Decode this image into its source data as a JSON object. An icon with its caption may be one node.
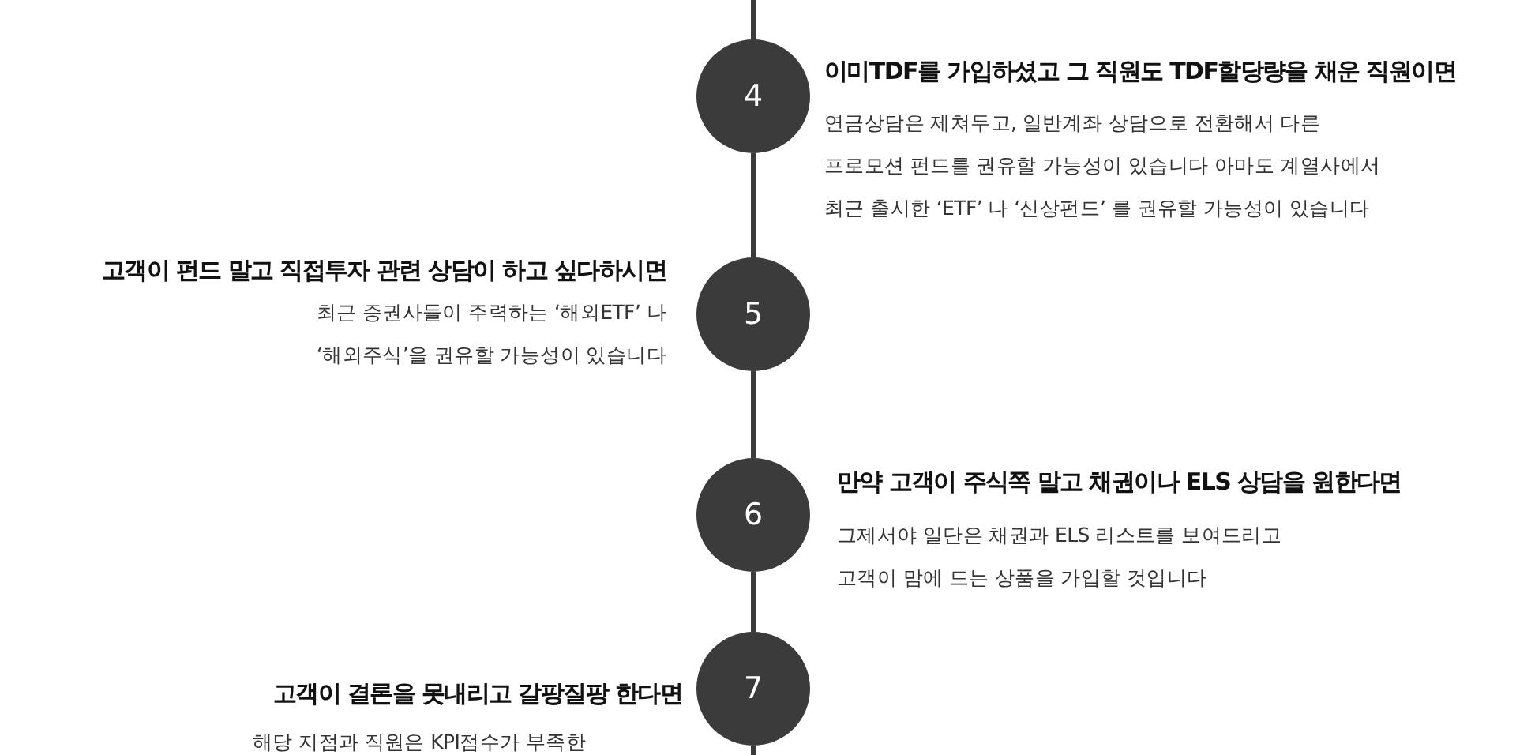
{
  "diagram": {
    "nodes": [
      {
        "text": [
          "4"
        ],
        "beside": [
          "이미TDF를 가입하셨고 그 직원도 TDF할당량을 채운 직원이면",
          "연금상담은 제쳐두고, 일반계좌 상담으로 전환해서 다른 프로모션 펀드를 권유할 가능성이 있습니다 아마도 계열사에서 최근 출시한 ‘ETF’ 나 ‘신상펀드’ 를 권유할 가능성이 있습니다"
        ]
      },
      {
        "text": [
          "5"
        ],
        "beside": [
          "고객이 펀드 말고 직접투자 관련 상담이 하고 싶다하시면",
          "최근 증권사들이 주력하는 ‘해외ETF’ 나 ‘해외주식’을 권유할 가능성이 있습니다"
        ]
      },
      {
        "text": [
          "6"
        ],
        "beside": [
          "만약 고객이 주식쪽 말고 채권이나 ELS 상담을 원한다면",
          "그제서야 일단은 채권과 ELS 리스트를 보여드리고 고객이 맘에 드는 상품을 가입할 것입니다"
        ]
      },
      {
        "text": [
          "7"
        ],
        "beside": [
          "고객이 결론을 못내리고 갈팡질팡 한다면",
          "해당 지점과 직원은 KPI점수가 부족한"
        ]
      }
    ],
    "edges": [
      {
        "from": null,
        "to": 0,
        "arrow": "none"
      },
      {
        "from": 0,
        "to": 1,
        "arrow": "none"
      },
      {
        "from": 1,
        "to": 2,
        "arrow": "none"
      },
      {
        "from": 2,
        "to": 3,
        "arrow": "none"
      },
      {
        "from": 3,
        "to": null,
        "arrow": "none"
      }
    ]
  }
}
